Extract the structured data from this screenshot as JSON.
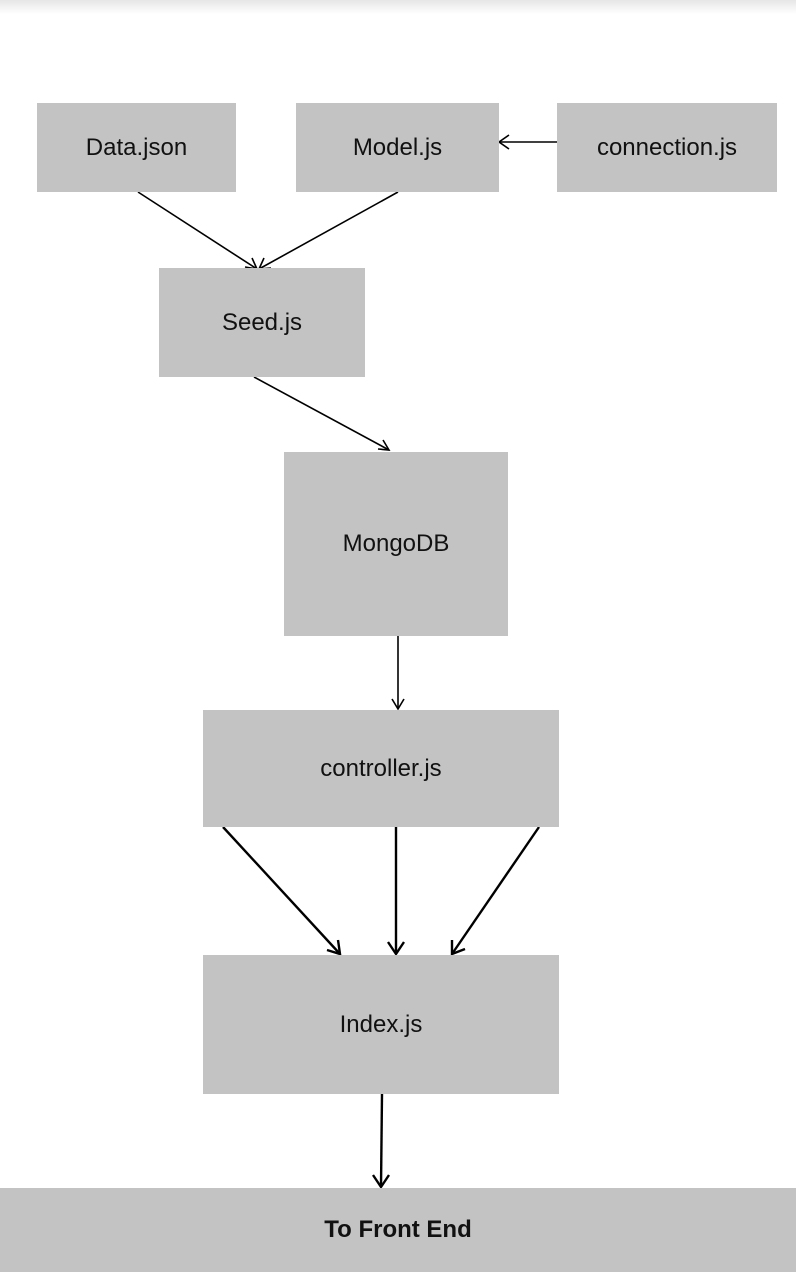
{
  "nodes": {
    "data_json": "Data.json",
    "model_js": "Model.js",
    "connection_js": "connection.js",
    "seed_js": "Seed.js",
    "mongodb": "MongoDB",
    "controller_js": "controller.js",
    "index_js": "Index.js",
    "front_end": "To Front End"
  },
  "edges": [
    {
      "from": "connection.js",
      "to": "Model.js"
    },
    {
      "from": "Data.json",
      "to": "Seed.js"
    },
    {
      "from": "Model.js",
      "to": "Seed.js"
    },
    {
      "from": "Seed.js",
      "to": "MongoDB"
    },
    {
      "from": "MongoDB",
      "to": "controller.js"
    },
    {
      "from": "controller.js",
      "to": "Index.js"
    },
    {
      "from": "controller.js",
      "to": "Index.js"
    },
    {
      "from": "controller.js",
      "to": "Index.js"
    },
    {
      "from": "Index.js",
      "to": "To Front End"
    }
  ],
  "colors": {
    "box_fill": "#c3c3c3",
    "text": "#111111",
    "arrow": "#000000",
    "background": "#ffffff"
  }
}
